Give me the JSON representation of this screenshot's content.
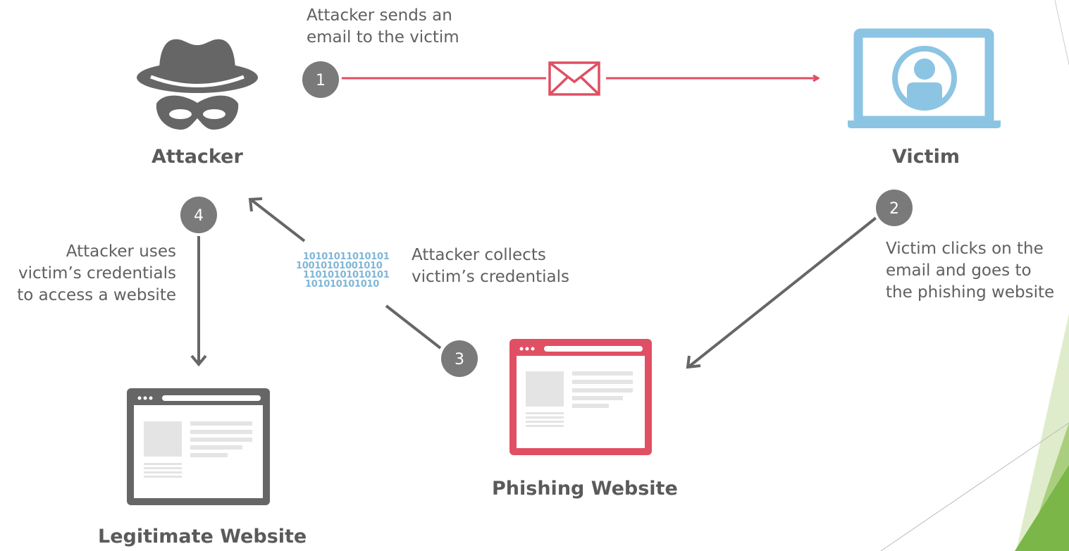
{
  "colors": {
    "accent_red": "#e04f63",
    "accent_blue": "#8cc4e3",
    "neutral_gray": "#666666",
    "badge_gray": "#7a7a7a",
    "decor_green": "#7ab648"
  },
  "nodes": {
    "attacker": {
      "label": "Attacker",
      "icon": "spy-hat-mask-icon"
    },
    "victim": {
      "label": "Victim",
      "icon": "laptop-user-icon"
    },
    "phishing_website": {
      "label": "Phishing Website",
      "icon": "browser-window-icon"
    },
    "legitimate_website": {
      "label": "Legitimate Website",
      "icon": "browser-window-icon"
    }
  },
  "steps": [
    {
      "number": "1",
      "lines": [
        "Attacker sends an",
        "email to the victim"
      ],
      "icon": "envelope-icon"
    },
    {
      "number": "2",
      "lines": [
        "Victim clicks on the",
        "email and goes to",
        "the phishing website"
      ]
    },
    {
      "number": "3",
      "lines": [
        "Attacker collects",
        "victim’s credentials"
      ],
      "binary": [
        "10101011010101",
        "10010101001010",
        "11010101010101",
        "101010101010"
      ]
    },
    {
      "number": "4",
      "lines": [
        "Attacker uses",
        "victim’s credentials",
        "to access a website"
      ]
    }
  ]
}
